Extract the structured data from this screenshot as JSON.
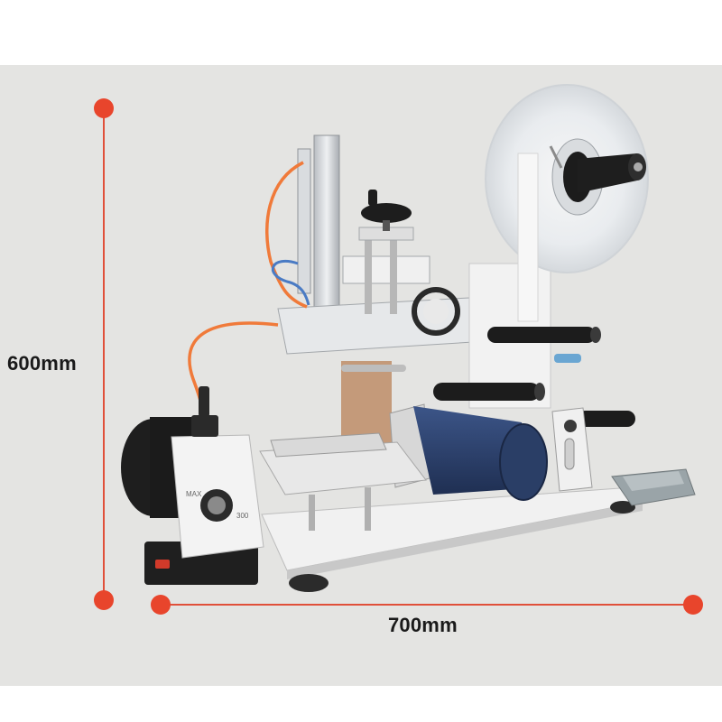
{
  "dimensions": {
    "height_label": "600mm",
    "width_label": "700mm"
  },
  "pump_labels": {
    "top": "MAX",
    "side": "300"
  },
  "colors": {
    "background": "#e4e4e2",
    "dimension_line": "#e0503a",
    "dimension_dot": "#e8452c",
    "air_tube": "#f07a3a",
    "motor": "#2a3e66"
  }
}
